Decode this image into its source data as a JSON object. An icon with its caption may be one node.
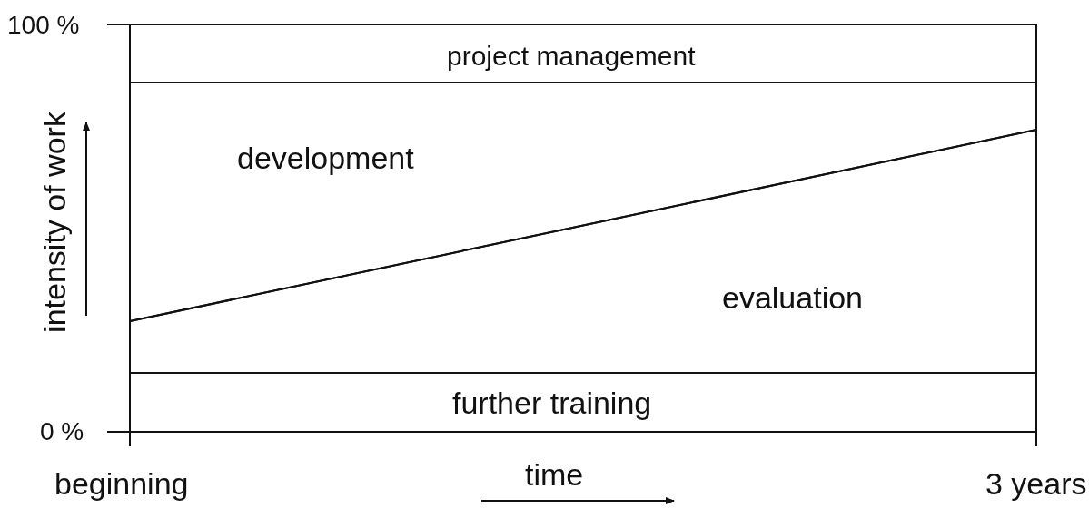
{
  "diagram": {
    "nodes": [
      {
        "text": [
          "project management"
        ]
      },
      {
        "text": [
          "development"
        ]
      },
      {
        "text": [
          "evaluation"
        ]
      },
      {
        "text": [
          "further training"
        ]
      }
    ],
    "labels": [
      "100 %",
      "intensity of work",
      "0 %",
      "beginning",
      "time",
      "3 years"
    ]
  }
}
